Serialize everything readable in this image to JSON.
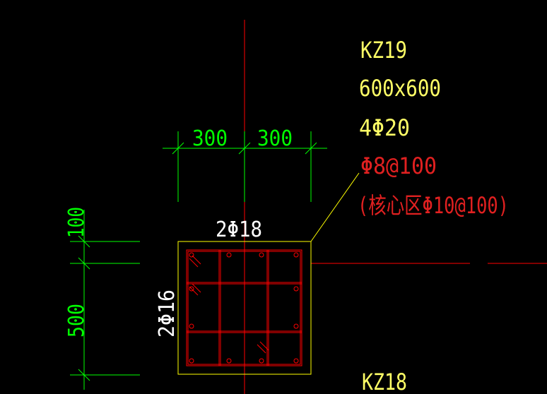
{
  "colors": {
    "background": "#000000",
    "axis": "#ff0000",
    "dimension": "#00ff00",
    "column_outline": "#ffff00",
    "rebar": "#ff0000",
    "label_yellow": "#ffff66",
    "label_red": "#e02020",
    "label_white": "#ffffff"
  },
  "labels": {
    "column_id": "KZ19",
    "section_size": "600x600",
    "corner_bars": "4Φ20",
    "stirrup": "Φ8@100",
    "core_stirrup": "(核心区Φ10@100)",
    "top_bars": "2Φ18",
    "side_bars": "2Φ16",
    "next_column_id": "KZ18"
  },
  "dimensions": {
    "top_left": "300",
    "top_right": "300",
    "left_upper": "100",
    "left_lower": "500"
  }
}
